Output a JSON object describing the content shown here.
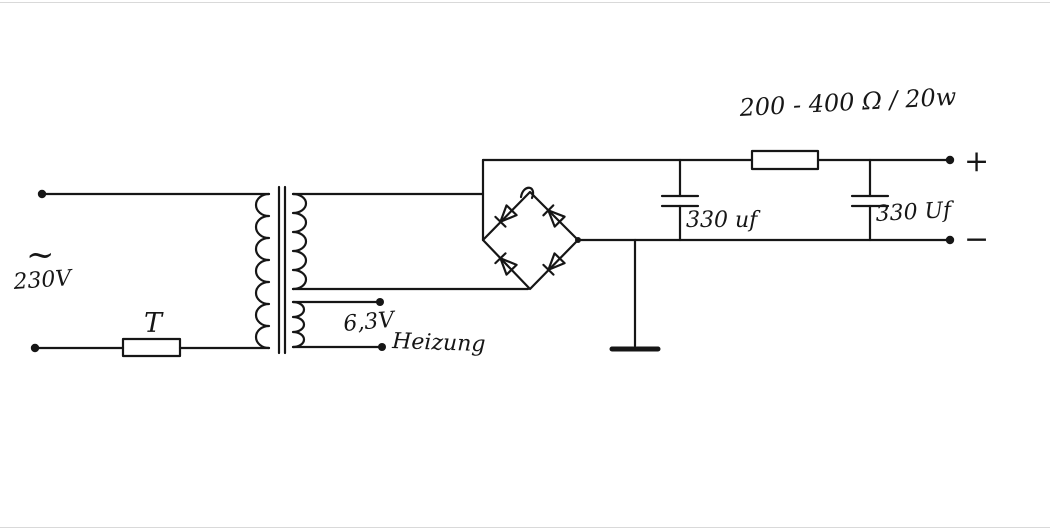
{
  "schematic": {
    "description": "hand-drawn power supply circuit schematic",
    "ink_color": "#161616",
    "paper_color": "#ffffff",
    "components": [
      "ac-input-terminals",
      "fuse",
      "transformer-with-heater-winding",
      "bridge-rectifier",
      "smoothing-capacitor-1",
      "series-resistor",
      "smoothing-capacitor-2",
      "ground",
      "dc-output-terminals"
    ],
    "labels": {
      "ac_symbol": "~",
      "ac_voltage": "230V",
      "fuse": "T",
      "heater_voltage": "6,3V",
      "heater_name": "Heizung",
      "resistor_value": "200 - 400 Ω / 20w",
      "capacitor1_value": "330 uf",
      "capacitor2_value": "330 Uf",
      "output_plus": "+",
      "output_minus": "−"
    }
  }
}
